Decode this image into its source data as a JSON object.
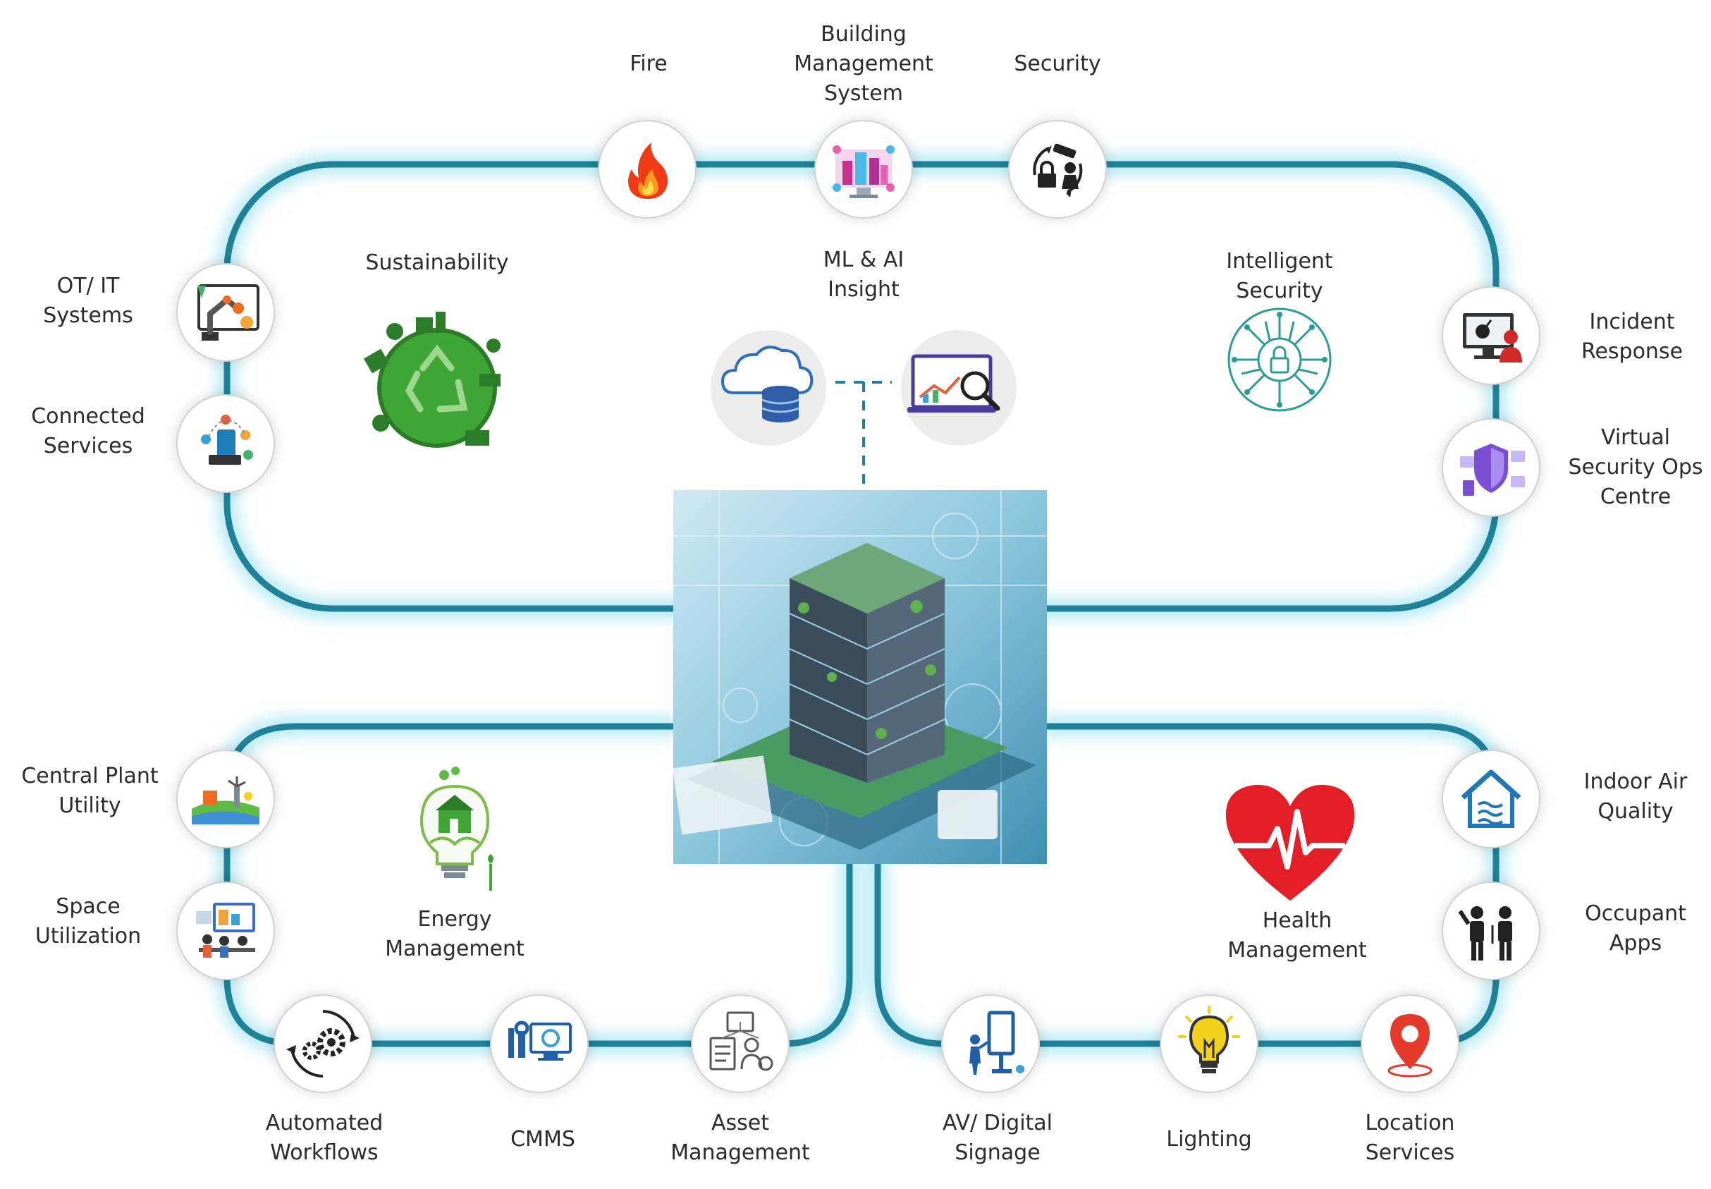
{
  "top_nodes": {
    "fire": "Fire",
    "bms": "Building\nManagement\nSystem",
    "security": "Security",
    "ot_it": "OT/ IT\nSystems",
    "connected": "Connected\nServices",
    "incident": "Incident\nResponse",
    "vsoc": "Virtual\nSecurity Ops\nCentre"
  },
  "top_themes": {
    "sustainability": "Sustainability",
    "ml_ai": "ML & AI\nInsight",
    "intelligent_security": "Intelligent\nSecurity"
  },
  "bottom_left_nodes": {
    "central_plant": "Central Plant\nUtility",
    "space": "Space\nUtilization",
    "workflows": "Automated\nWorkflows",
    "cmms": "CMMS",
    "asset": "Asset\nManagement"
  },
  "bottom_left_theme": {
    "energy": "Energy\nManagement"
  },
  "bottom_right_nodes": {
    "iaq": "Indoor Air\nQuality",
    "occupant": "Occupant\nApps",
    "av": "AV/ Digital\nSignage",
    "lighting": "Lighting",
    "location": "Location\nServices"
  },
  "bottom_right_theme": {
    "health": "Health\nManagement"
  },
  "colors": {
    "loop": "#1f8298",
    "glow": "#a9e6f2",
    "fire": "#f03a14",
    "heart": "#e41e26",
    "green": "#3fa535",
    "location": "#e53a2b",
    "bulb": "#f2d21b",
    "iaq": "#1f77b4"
  }
}
